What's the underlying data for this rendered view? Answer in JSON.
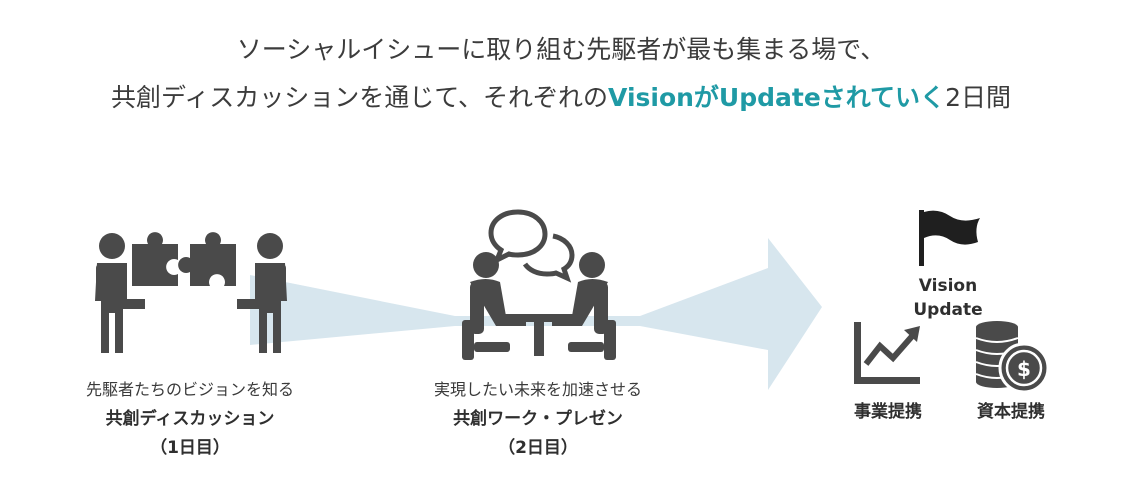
{
  "headline": {
    "line1": "ソーシャルイシューに取り組む先駆者が最も集まる場で、",
    "line2_prefix": "共創ディスカッションを通じて、それぞれの",
    "line2_accent": "VisionがUpdateされていく",
    "line2_suffix": "2日間",
    "accent_color": "#1f9aa5"
  },
  "steps": [
    {
      "caption": "先駆者たちのビジョンを知る",
      "title": "共創ディスカッション",
      "day": "（1日目）",
      "icon": "puzzle-collaboration-icon"
    },
    {
      "caption": "実現したい未来を加速させる",
      "title": "共創ワーク・プレゼン",
      "day": "（2日目）",
      "icon": "meeting-discussion-icon"
    }
  ],
  "outcome": {
    "flag_icon": "flag-icon",
    "vision_line1": "Vision",
    "vision_line2": "Update",
    "items": [
      {
        "label": "事業提携",
        "icon": "growth-chart-icon"
      },
      {
        "label": "資本提携",
        "icon": "coin-stack-icon"
      }
    ]
  },
  "colors": {
    "arrow": "#d7e6ee",
    "icon": "#4a4a4a"
  }
}
